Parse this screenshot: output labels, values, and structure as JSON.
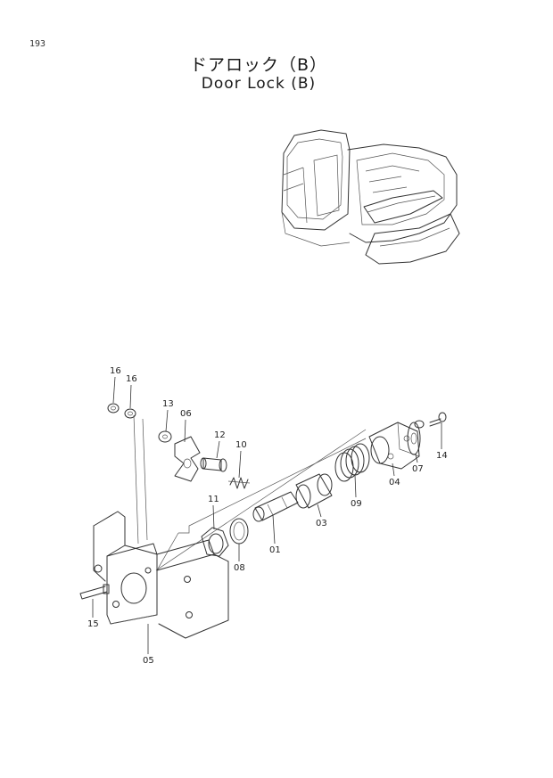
{
  "page": {
    "number": "193"
  },
  "title": {
    "japanese": "ドアロック（B）",
    "english": "Door Lock (B)"
  },
  "parts": [
    {
      "id": "p16a",
      "label": "16"
    },
    {
      "id": "p16b",
      "label": "16"
    },
    {
      "id": "p13",
      "label": "13"
    },
    {
      "id": "p06",
      "label": "06"
    },
    {
      "id": "p12",
      "label": "12"
    },
    {
      "id": "p10",
      "label": "10"
    },
    {
      "id": "p11",
      "label": "11"
    },
    {
      "id": "p08",
      "label": "08"
    },
    {
      "id": "p01",
      "label": "01"
    },
    {
      "id": "p03",
      "label": "03"
    },
    {
      "id": "p09",
      "label": "09"
    },
    {
      "id": "p04",
      "label": "04"
    },
    {
      "id": "p07",
      "label": "07"
    },
    {
      "id": "p14",
      "label": "14"
    },
    {
      "id": "p15",
      "label": "15"
    },
    {
      "id": "p05",
      "label": "05"
    }
  ]
}
